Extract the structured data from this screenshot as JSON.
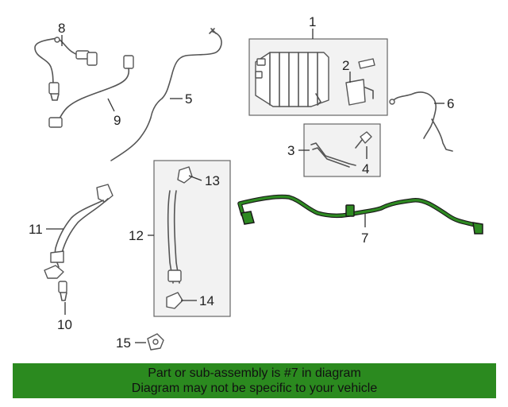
{
  "callouts": {
    "c1": "1",
    "c2": "2",
    "c3": "3",
    "c4": "4",
    "c5": "5",
    "c6": "6",
    "c7": "7",
    "c8": "8",
    "c9": "9",
    "c10": "10",
    "c11": "11",
    "c12": "12",
    "c13": "13",
    "c14": "14",
    "c15": "15"
  },
  "banner": {
    "line1": "Part or sub-assembly is #7 in diagram",
    "line2": "Diagram may not be specific to your vehicle"
  },
  "colors": {
    "highlight": "#2e8a22",
    "banner": "#2b8a1f"
  }
}
